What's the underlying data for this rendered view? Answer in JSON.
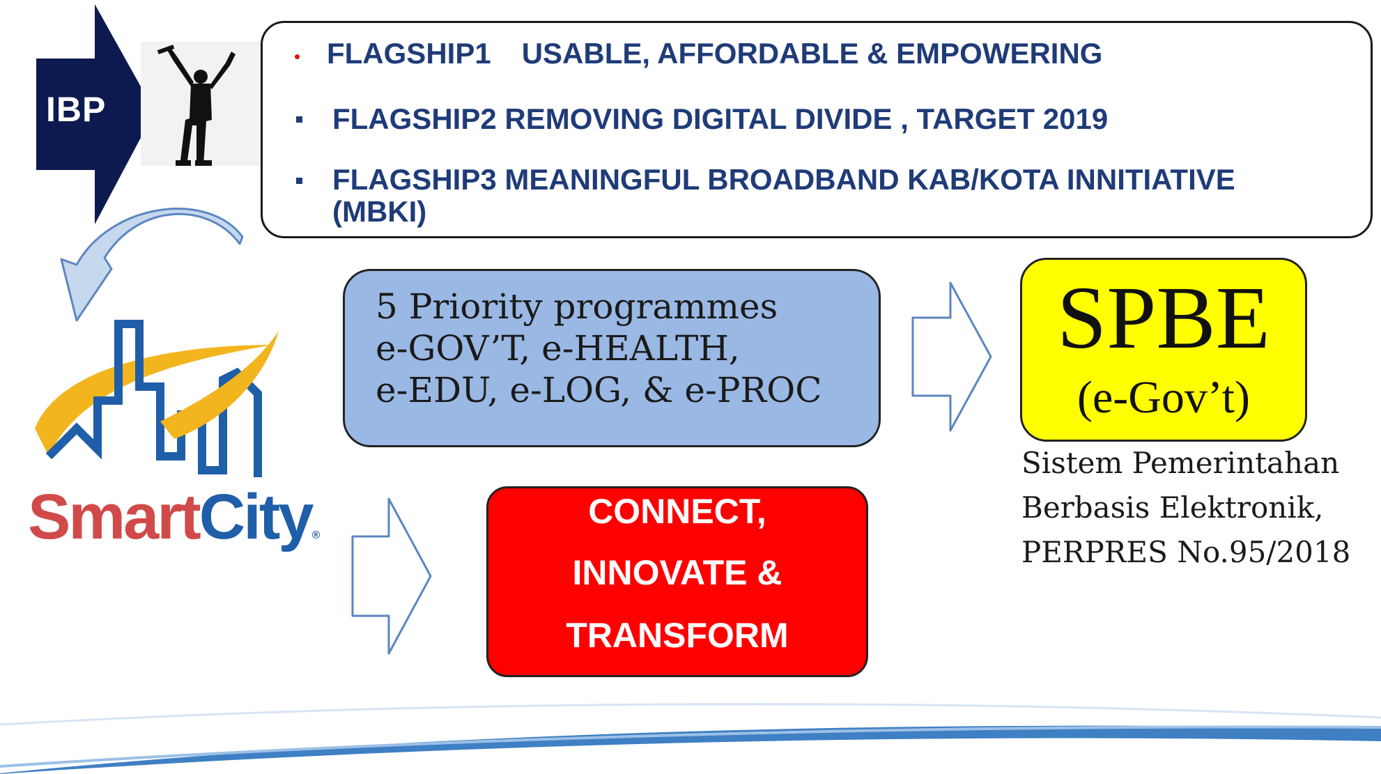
{
  "ibp": {
    "label": "IBP"
  },
  "flagships": {
    "items": [
      {
        "prefix": "FLAGSHIP1",
        "text": "USABLE, AFFORDABLE & EMPOWERING"
      },
      {
        "prefix": "FLAGSHIP2",
        "text": "REMOVING DIGITAL DIVIDE , TARGET 2019"
      },
      {
        "prefix": "FLAGSHIP3",
        "text": "MEANINGFUL BROADBAND KAB/KOTA INNITIATIVE",
        "continuation": "(MBKI)"
      }
    ]
  },
  "smartcity": {
    "word_smart": "Smart",
    "word_city": "City",
    "reg": "®"
  },
  "priority": {
    "line1": "5 Priority programmes",
    "line2": "e-GOV’T, e-HEALTH,",
    "line3": "e-EDU, e-LOG, & e-PROC"
  },
  "spbe": {
    "title": "SPBE",
    "subtitle": "(e-Gov’t)",
    "description": [
      "Sistem Pemerintahan",
      "Berbasis Elektronik,",
      "PERPRES No.95/2018"
    ]
  },
  "connect": {
    "line1": "CONNECT,",
    "line2": "INNOVATE &",
    "line3": "TRANSFORM"
  },
  "colors": {
    "navy": "#0d1a4f",
    "flag_text": "#1f3b78",
    "priority_fill": "#9ab8e4",
    "spbe_fill": "#ffff00",
    "connect_fill": "#ff0000",
    "smart_red": "#d14a4a",
    "city_blue": "#1f5ea8",
    "swoosh_blue": "#3f7fc4"
  }
}
